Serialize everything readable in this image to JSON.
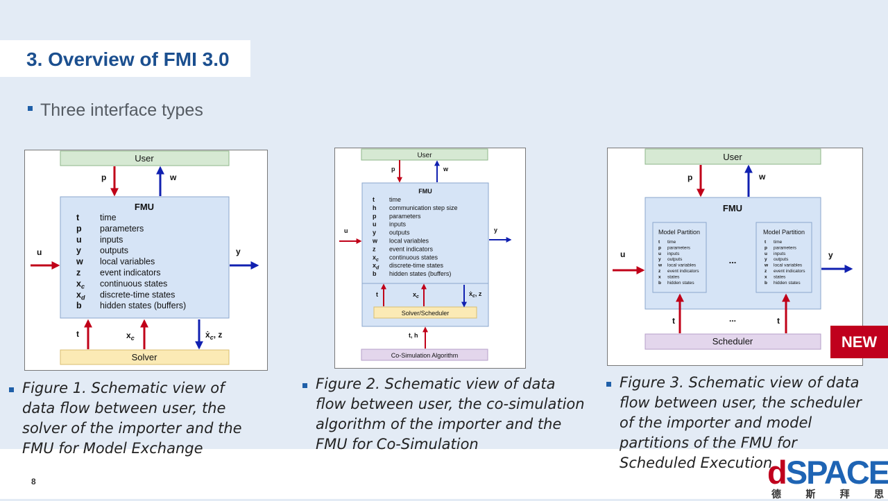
{
  "title": "3. Overview of FMI 3.0",
  "bullet": "Three interface types",
  "page_number": "8",
  "badge": "NEW",
  "logo": {
    "name": "dSPACE",
    "subtitle": [
      "德",
      "斯",
      "拜",
      "思"
    ]
  },
  "fig1": {
    "user": "User",
    "fmu": "FMU",
    "solver": "Solver",
    "p": "p",
    "w": "w",
    "u": "u",
    "y": "y",
    "t": "t",
    "xc": "x",
    "xc_sub": "c",
    "xdot": "ẋ",
    "xdot_sub": "c",
    "xdot_suffix": ", z",
    "vars": [
      {
        "sym": "t",
        "sub": "",
        "desc": "time"
      },
      {
        "sym": "p",
        "sub": "",
        "desc": "parameters"
      },
      {
        "sym": "u",
        "sub": "",
        "desc": "inputs"
      },
      {
        "sym": "y",
        "sub": "",
        "desc": "outputs"
      },
      {
        "sym": "w",
        "sub": "",
        "desc": "local variables"
      },
      {
        "sym": "z",
        "sub": "",
        "desc": "event indicators"
      },
      {
        "sym": "x",
        "sub": "c",
        "desc": "continuous states"
      },
      {
        "sym": "x",
        "sub": "d",
        "desc": "discrete-time states"
      },
      {
        "sym": "b",
        "sub": "",
        "desc": "hidden states (buffers)"
      }
    ],
    "caption": "Figure 1. Schematic view of data flow between user, the solver of the importer and the FMU for Model Exchange"
  },
  "fig2": {
    "user": "User",
    "fmu": "FMU",
    "solver": "Solver/Scheduler",
    "algo": "Co-Simulation Algorithm",
    "p": "p",
    "w": "w",
    "u": "u",
    "y": "y",
    "t": "t",
    "xc": "x",
    "xc_sub": "c",
    "xdot": "ẋ",
    "xdot_sub": "c",
    "xdot_suffix": ", z",
    "th": "t, h",
    "vars": [
      {
        "sym": "t",
        "sub": "",
        "desc": "time"
      },
      {
        "sym": "h",
        "sub": "",
        "desc": "communication step size"
      },
      {
        "sym": "p",
        "sub": "",
        "desc": "parameters"
      },
      {
        "sym": "u",
        "sub": "",
        "desc": "inputs"
      },
      {
        "sym": "y",
        "sub": "",
        "desc": "outputs"
      },
      {
        "sym": "w",
        "sub": "",
        "desc": "local variables"
      },
      {
        "sym": "z",
        "sub": "",
        "desc": "event indicators"
      },
      {
        "sym": "x",
        "sub": "c",
        "desc": "continuous states"
      },
      {
        "sym": "x",
        "sub": "d",
        "desc": "discrete-time states"
      },
      {
        "sym": "b",
        "sub": "",
        "desc": "hidden states (buffers)"
      }
    ],
    "caption": "Figure 2. Schematic view of data flow between user, the co-simulation algorithm of the importer and the FMU for Co-Simulation"
  },
  "fig3": {
    "user": "User",
    "fmu": "FMU",
    "scheduler": "Scheduler",
    "partition_title": "Model Partition",
    "p": "p",
    "w": "w",
    "u": "u",
    "y": "y",
    "t": "t",
    "ellipsis": "...",
    "vars": [
      {
        "sym": "t",
        "desc": "time"
      },
      {
        "sym": "p",
        "desc": "parameters"
      },
      {
        "sym": "u",
        "desc": "inputs"
      },
      {
        "sym": "y",
        "desc": "outputs"
      },
      {
        "sym": "w",
        "desc": "local variables"
      },
      {
        "sym": "z",
        "desc": "event indicators"
      },
      {
        "sym": "x",
        "desc": "states"
      },
      {
        "sym": "b",
        "desc": "hidden states"
      }
    ],
    "caption": "Figure 3. Schematic view of data flow between user, the scheduler of the importer and model partitions of the FMU for Scheduled Execution"
  }
}
